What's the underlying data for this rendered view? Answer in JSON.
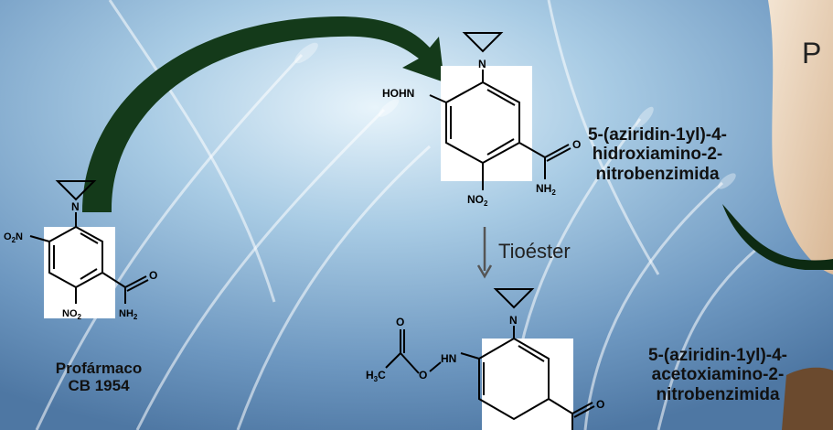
{
  "prodrug": {
    "name": "Profármaco\nCB 1954",
    "atoms": {
      "n_aziridine": "N",
      "o2n": "O",
      "o2n_2": "2",
      "o2n_n": "N",
      "no2": "NO",
      "no2_2": "2",
      "nh2": "NH",
      "nh2_2": "2",
      "o": "O"
    }
  },
  "hydroxyamino": {
    "name": "5-(aziridin-1yl)-4-\nhidroxiamino-2-\nnitrobenzimida",
    "atoms": {
      "n_aziridine": "N",
      "hohn": "HOHN",
      "no2": "NO",
      "no2_2": "2",
      "nh2": "NH",
      "nh2_2": "2",
      "o": "O"
    }
  },
  "acetoxyamino": {
    "name": "5-(aziridin-1yl)-4-\nacetoxiamino-2-\nnitrobenzimida",
    "atoms": {
      "n_aziridine": "N",
      "h3c": "H",
      "h3c_3": "3",
      "h3c_c": "C",
      "o_ester": "O",
      "o_carbonyl": "O",
      "hn": "HN",
      "o_amide": "O"
    }
  },
  "reaction_step": {
    "label": "Tioéster"
  },
  "partial_text": "P",
  "colors": {
    "arrow": "#143a1a",
    "text": "#111111",
    "background": "#6f9cc4"
  }
}
